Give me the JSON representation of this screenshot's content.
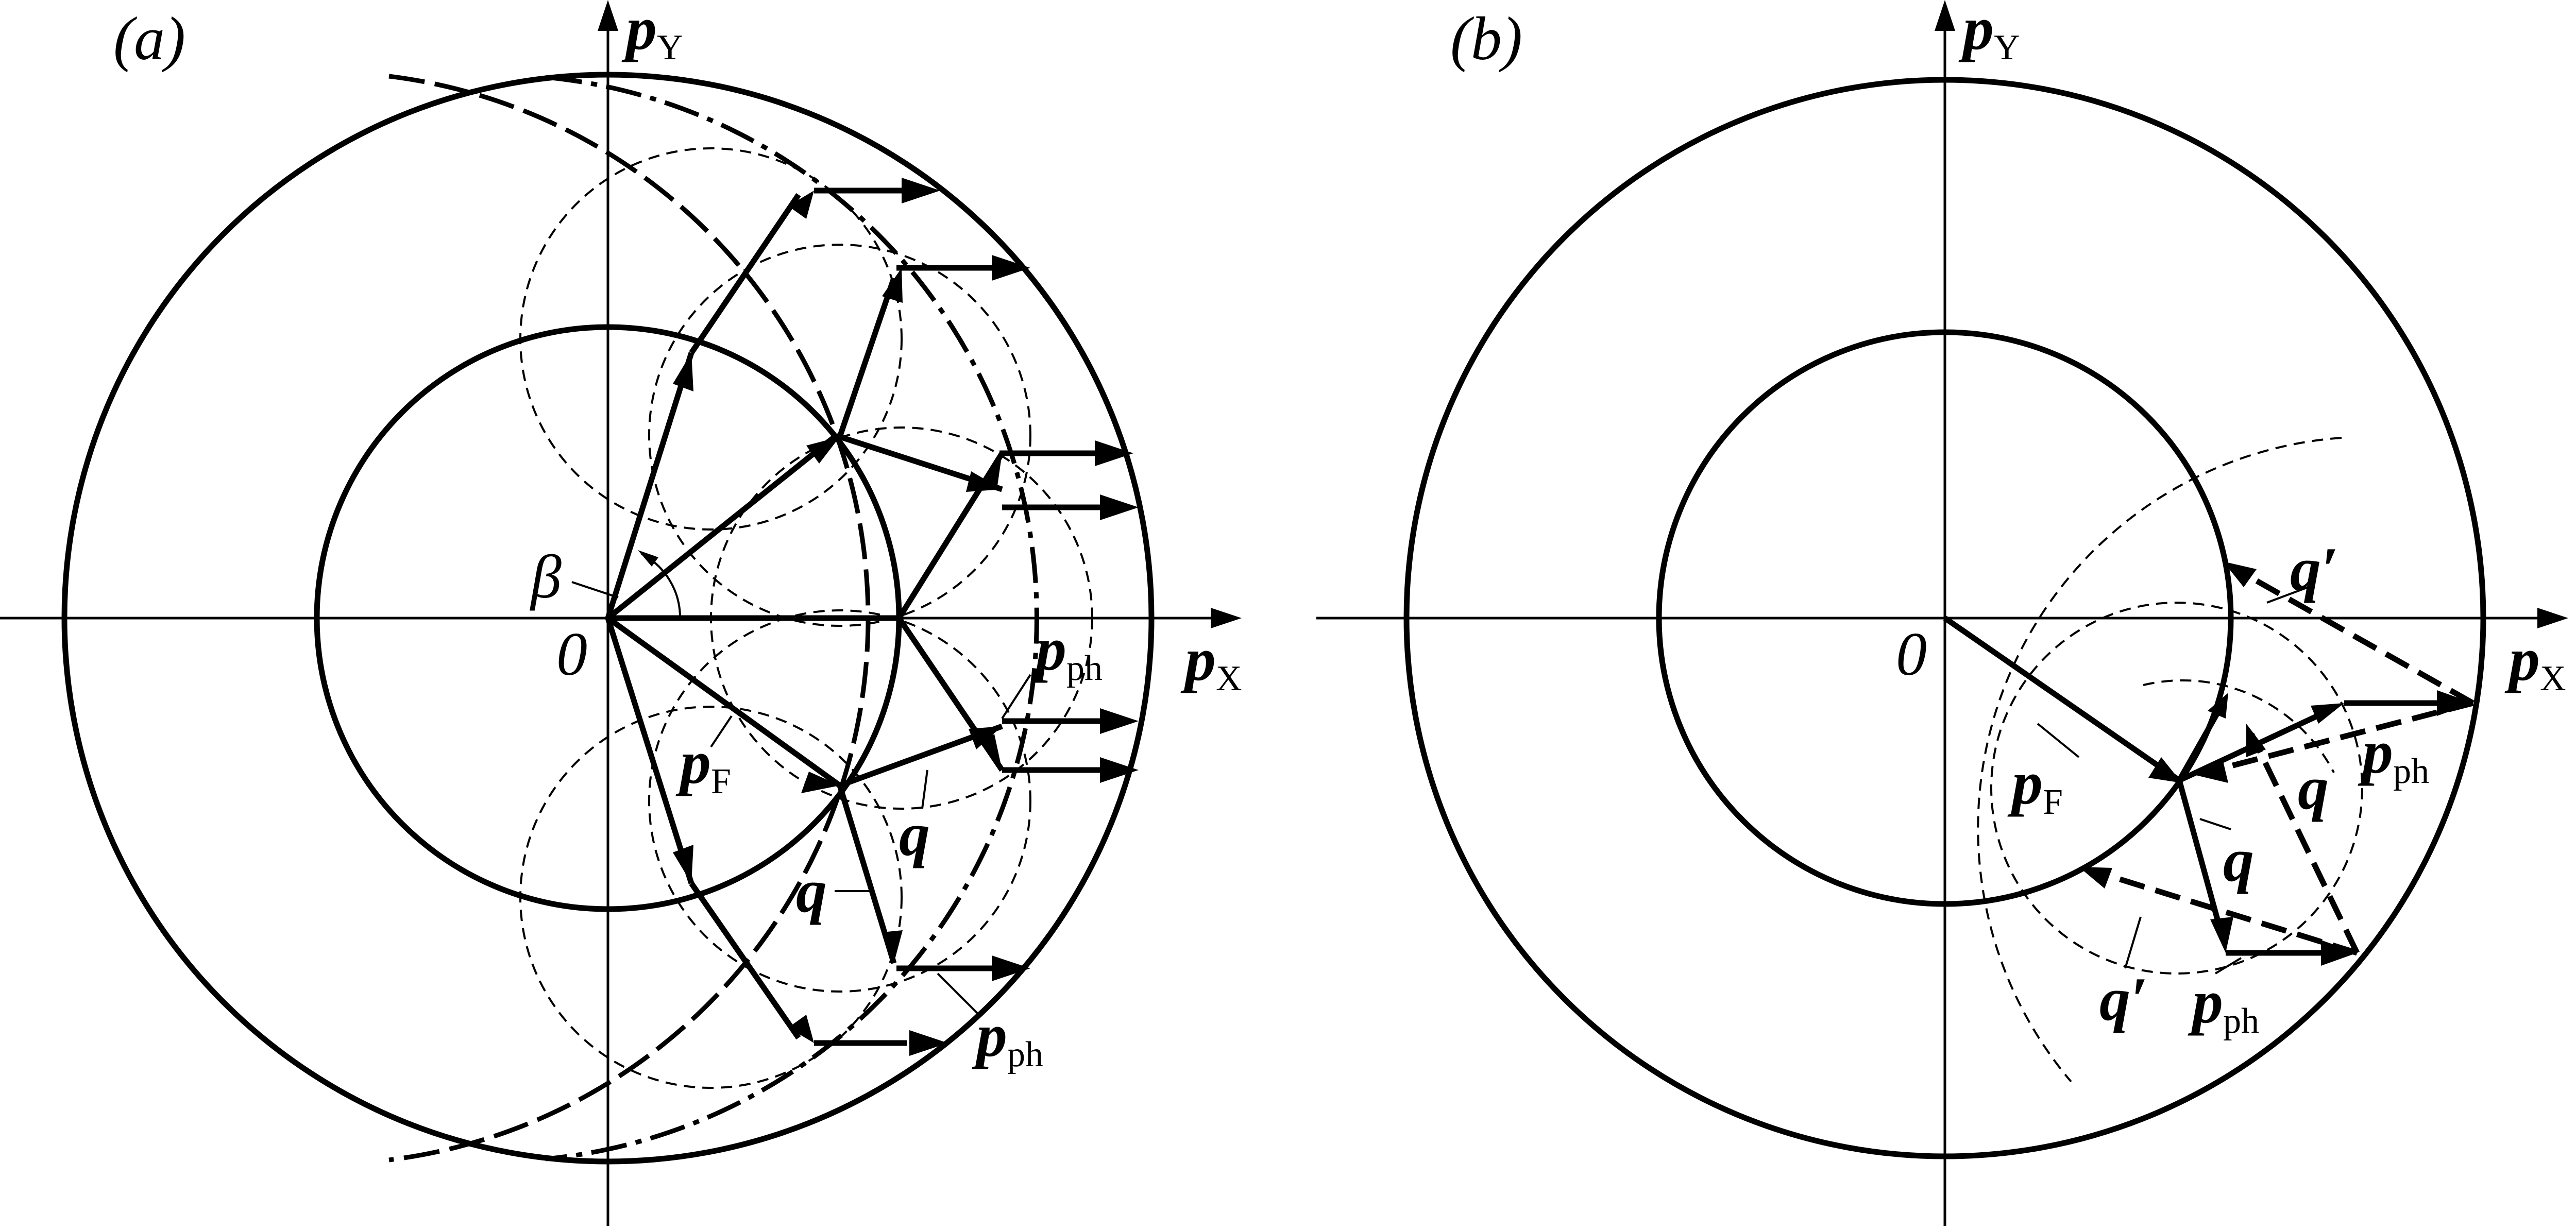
{
  "panel_a": {
    "tag": "(a)",
    "origin": "0",
    "beta": "β",
    "py": {
      "main": "p",
      "sub": "Y"
    },
    "px": {
      "main": "p",
      "sub": "X"
    },
    "pF": {
      "main": "p",
      "sub": "F"
    },
    "pph_1": {
      "main": "p",
      "sub": "ph"
    },
    "pph_2": {
      "main": "p",
      "sub": "ph"
    },
    "q_1": "q",
    "q_2": "q"
  },
  "panel_b": {
    "tag": "(b)",
    "origin": "0",
    "py": {
      "main": "p",
      "sub": "Y"
    },
    "px": {
      "main": "p",
      "sub": "X"
    },
    "pF": {
      "main": "p",
      "sub": "F"
    },
    "pph_1": {
      "main": "p",
      "sub": "ph"
    },
    "pph_2": {
      "main": "p",
      "sub": "ph"
    },
    "q_1": "q",
    "q_2": "q",
    "qprime_1": "q′",
    "qprime_2": "q′"
  }
}
